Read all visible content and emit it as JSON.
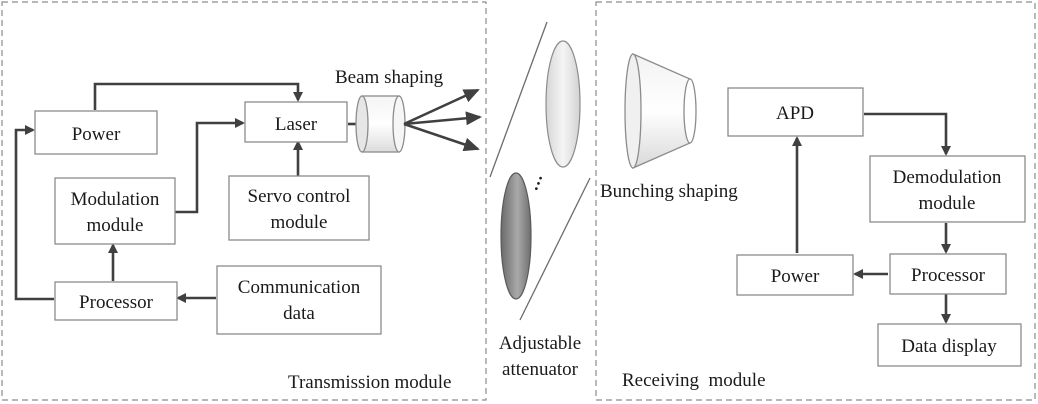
{
  "transmission": {
    "caption": "Transmission module",
    "power": "Power",
    "laser": "Laser",
    "modulation_line1": "Modulation",
    "modulation_line2": "module",
    "servo_line1": "Servo control",
    "servo_line2": "module",
    "processor": "Processor",
    "comm_line1": "Communication",
    "comm_line2": "data",
    "beam_shaping": "Beam shaping"
  },
  "attenuator": {
    "line1": "Adjustable",
    "line2": "attenuator",
    "dots": "···"
  },
  "receiving": {
    "caption": "Receiving  module",
    "bunching_shaping": "Bunching shaping",
    "apd": "APD",
    "demod_line1": "Demodulation",
    "demod_line2": "module",
    "power": "Power",
    "processor": "Processor",
    "data_display": "Data display"
  }
}
